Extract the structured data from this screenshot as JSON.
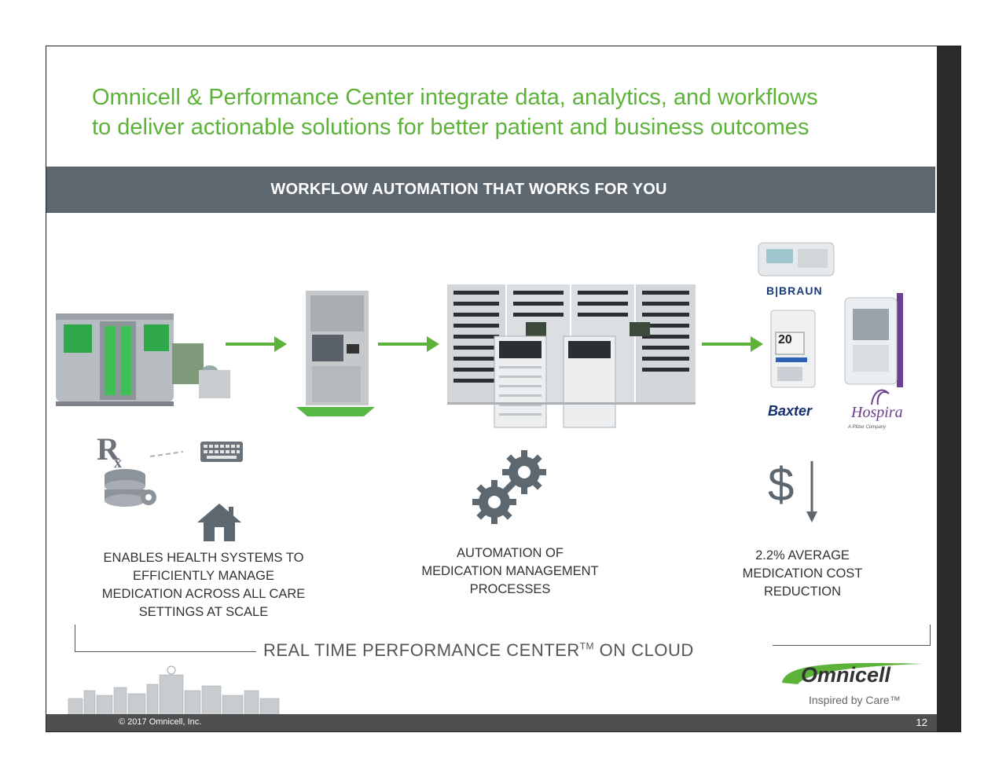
{
  "title": {
    "line1": "Omnicell & Performance Center integrate data, analytics, and workflows",
    "line2": "to deliver actionable solutions for better patient and business outcomes"
  },
  "banner": "WORKFLOW AUTOMATION THAT WORKS FOR YOU",
  "brands": {
    "bbraun": "B|BRAUN",
    "baxter": "Baxter",
    "hospira": "Hospira",
    "hospira_sub": "A Pfizer Company",
    "pump_display": "20"
  },
  "captions": {
    "left": [
      "ENABLES HEALTH SYSTEMS TO",
      "EFFICIENTLY MANAGE",
      "MEDICATION ACROSS ALL CARE",
      "SETTINGS AT SCALE"
    ],
    "center": [
      "AUTOMATION OF",
      "MEDICATION MANAGEMENT",
      "PROCESSES"
    ],
    "right": [
      "2.2% AVERAGE",
      "MEDICATION COST",
      "REDUCTION"
    ]
  },
  "cost_symbol": "$",
  "real_time": {
    "text": "REAL TIME PERFORMANCE CENTER",
    "tm": "TM",
    "suffix": " ON CLOUD"
  },
  "logo": {
    "wordmark": "Omnicell",
    "tagline": "Inspired by Care™"
  },
  "footer": {
    "copyright": "© 2017 Omnicell, Inc.",
    "page_number": "12"
  },
  "colors": {
    "title_green": "#5db33a",
    "arrow_green": "#5db33a",
    "banner_gray": "#5d6770",
    "icon_gray": "#5d6770",
    "footer_gray": "#4f4f4f"
  },
  "icons": [
    "rx-database-icon",
    "keyboard-icon",
    "home-icon",
    "gears-icon",
    "dollar-down-icon",
    "arrow-right-icon"
  ]
}
